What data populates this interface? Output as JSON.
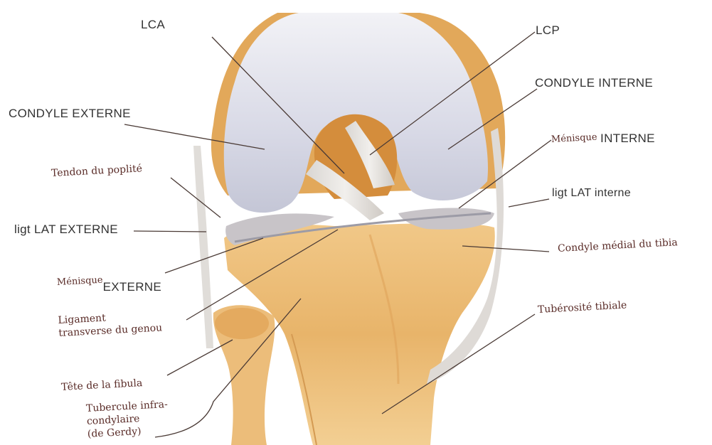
{
  "labels": {
    "lca": "LCA",
    "lcp": "LCP",
    "condyle_interne": "CONDYLE INTERNE",
    "condyle_externe": "CONDYLE EXTERNE",
    "menisque_interne_prefix": "Ménisque",
    "menisque_interne_suffix": "INTERNE",
    "tendon_poplite": "Tendon du poplité",
    "ligt_lat_interne": "ligt LAT interne",
    "ligt_lat_externe": "ligt LAT EXTERNE",
    "condyle_medial_tibia": "Condyle médial du tibia",
    "menisque_externe_prefix": "Ménisque",
    "menisque_externe_suffix": "EXTERNE",
    "ligament_transverse_1": "Ligament",
    "ligament_transverse_2": "transverse du genou",
    "tuberosite_tibiale": "Tubérosité tibiale",
    "tete_fibula": "Tête de la fibula",
    "tubercule_1": "Tubercule infra-",
    "tubercule_2": "condylaire",
    "tubercule_3": "(de Gerdy)"
  },
  "colors": {
    "bone": "#e9b66f",
    "bone_dark": "#c98a3c",
    "cartilage": "#dcdde8",
    "ligament": "#c9c6c2",
    "leader": "#4a3a35"
  }
}
